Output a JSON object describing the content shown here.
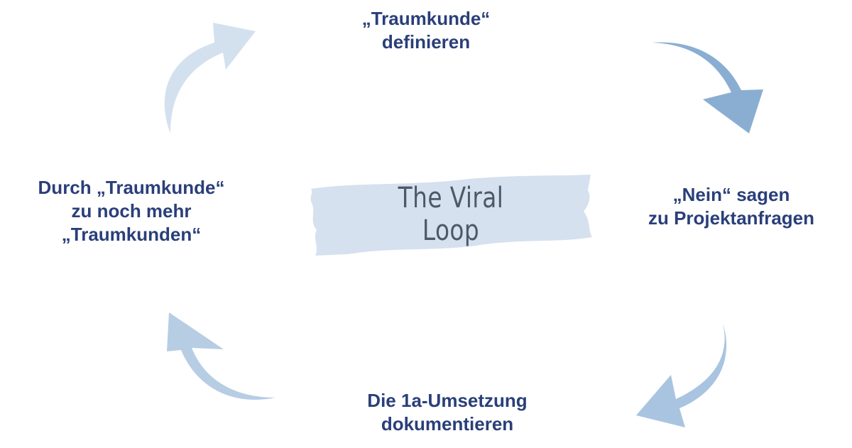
{
  "diagram": {
    "center": {
      "lines": [
        "The Viral",
        "Loop"
      ]
    },
    "steps": {
      "top": {
        "lines": [
          "„Traumkunde“",
          "definieren"
        ]
      },
      "right": {
        "lines": [
          "„Nein“ sagen",
          "zu Projektanfragen"
        ]
      },
      "bottom": {
        "lines": [
          "Die 1a-Umsetzung",
          "dokumentieren"
        ]
      },
      "left": {
        "lines": [
          "Durch „Traumkunde“",
          "zu noch mehr",
          "„Traumkunden“"
        ]
      }
    }
  },
  "colors": {
    "step_text": "#2a3f7a",
    "title_text": "#4d5968",
    "brush": "#d5e1ee",
    "arrow_top_right": "#8aaed2",
    "arrow_bottom_right": "#a9c4e0",
    "arrow_bottom_left": "#b6cde4",
    "arrow_top_left": "#d3e1ef"
  }
}
